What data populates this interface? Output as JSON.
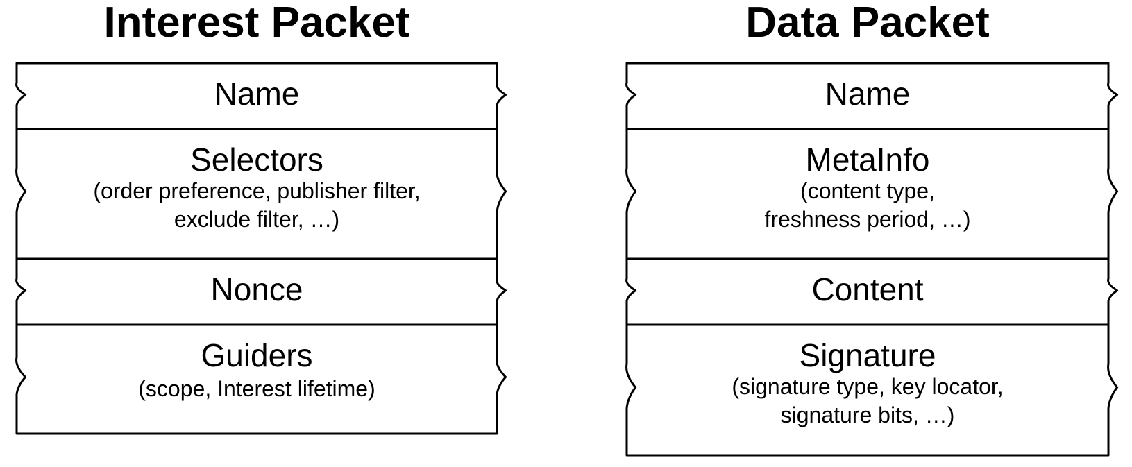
{
  "interest_packet": {
    "title": "Interest Packet",
    "fields": [
      {
        "name": "Name",
        "detail": ""
      },
      {
        "name": "Selectors",
        "detail": "(order preference, publisher filter,\nexclude filter, …)"
      },
      {
        "name": "Nonce",
        "detail": ""
      },
      {
        "name": "Guiders",
        "detail": "(scope, Interest lifetime)"
      }
    ]
  },
  "data_packet": {
    "title": "Data Packet",
    "fields": [
      {
        "name": "Name",
        "detail": ""
      },
      {
        "name": "MetaInfo",
        "detail": "(content type,\nfreshness period, …)"
      },
      {
        "name": "Content",
        "detail": ""
      },
      {
        "name": "Signature",
        "detail": "(signature type, key locator,\nsignature bits, …)"
      }
    ]
  },
  "colors": {
    "stroke": "#000000",
    "fill": "#ffffff",
    "text": "#000000"
  }
}
